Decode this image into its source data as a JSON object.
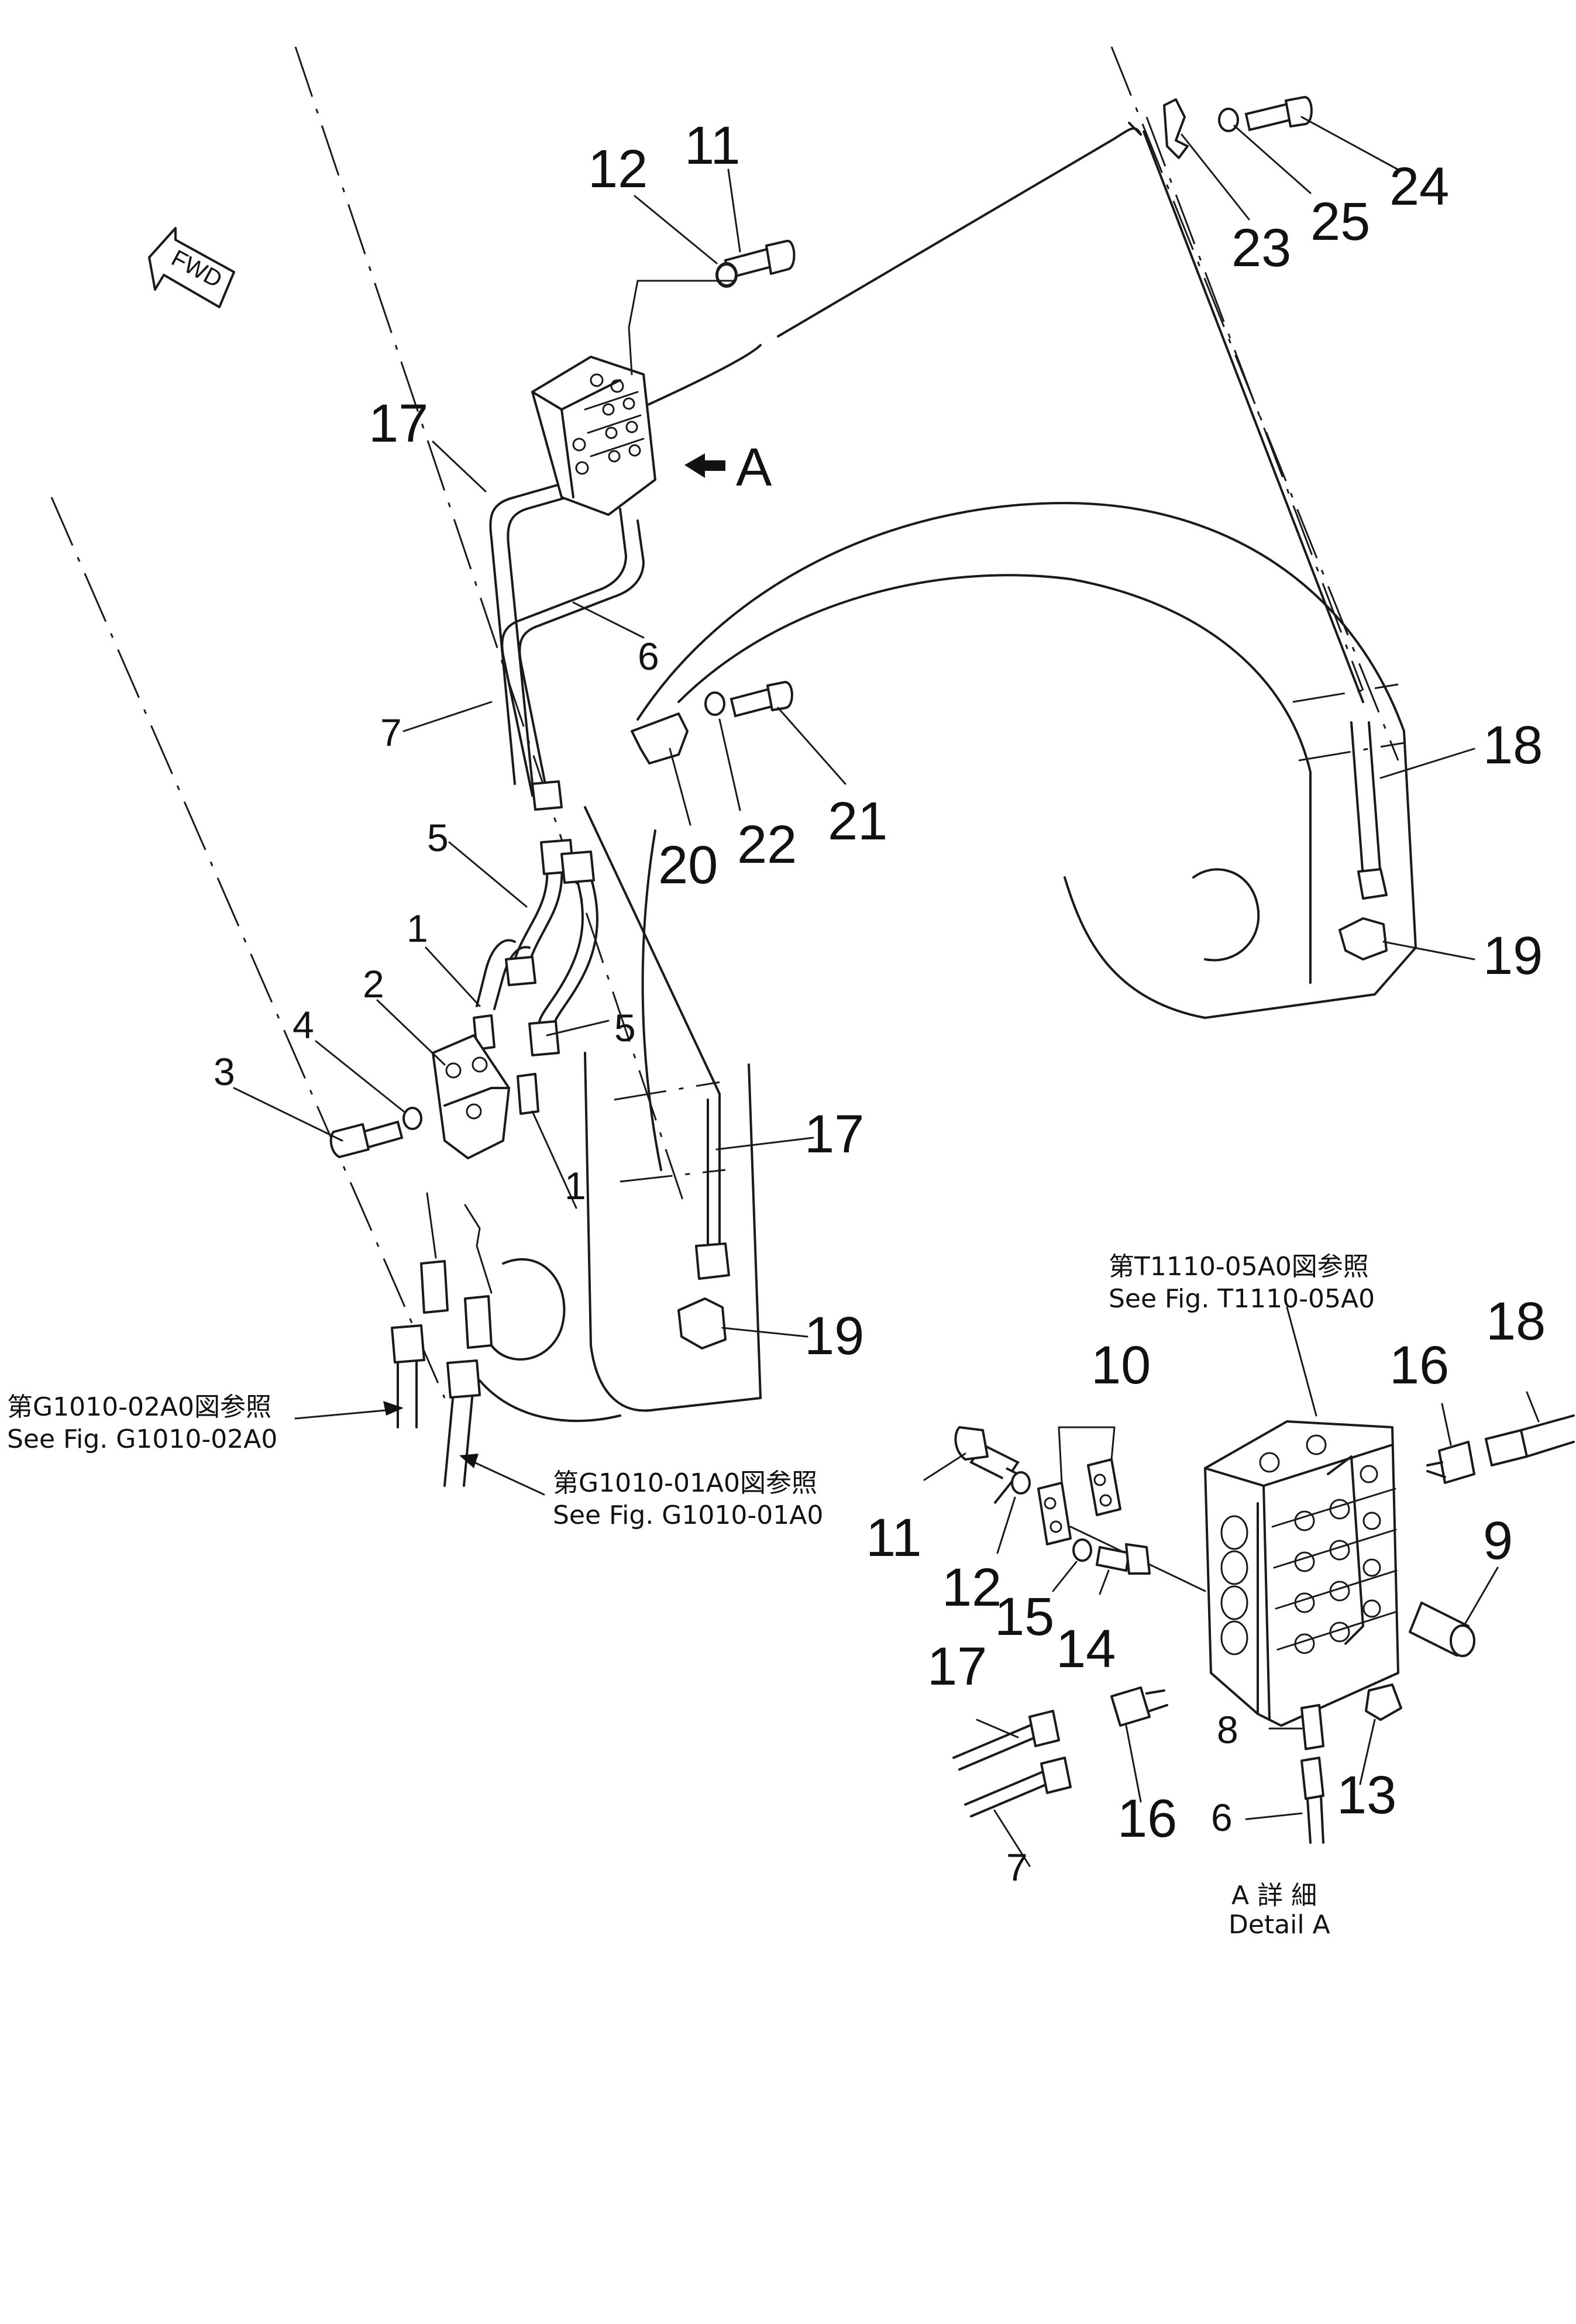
{
  "direction_label": "FWD",
  "view_marker": "A",
  "references": {
    "ref_t1110_jp": "第T1110-05A0図参照",
    "ref_t1110_en": "See Fig. T1110-05A0",
    "ref_g1010_02_jp": "第G1010-02A0図参照",
    "ref_g1010_02_en": "See Fig. G1010-02A0",
    "ref_g1010_01_jp": "第G1010-01A0図参照",
    "ref_g1010_01_en": "See Fig. G1010-01A0"
  },
  "detail": {
    "title_jp": "A 詳 細",
    "title_en": "Detail A"
  },
  "parts_main": {
    "p12": "12",
    "p11": "11",
    "p23": "23",
    "p25": "25",
    "p24": "24",
    "p17a": "17",
    "p6": "6",
    "p7": "7",
    "p18": "18",
    "p20": "20",
    "p22": "22",
    "p21": "21",
    "p5a": "5",
    "p1a": "1",
    "p2": "2",
    "p4": "4",
    "p3": "3",
    "p5b": "5",
    "p1b": "1",
    "p17b": "17",
    "p19a": "19",
    "p19b": "19"
  },
  "parts_detail": {
    "d10": "10",
    "d16a": "16",
    "d18": "18",
    "d11": "11",
    "d12": "12",
    "d9": "9",
    "d15": "15",
    "d14": "14",
    "d17": "17",
    "d8": "8",
    "d13": "13",
    "d16b": "16",
    "d6": "6",
    "d7": "7"
  }
}
